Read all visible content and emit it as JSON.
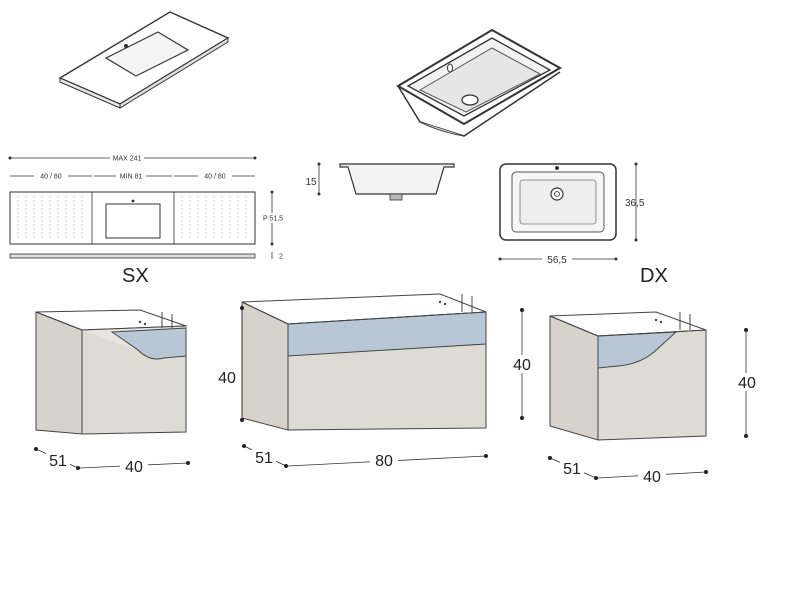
{
  "top_view": {
    "max_label": "MAX 241",
    "left_span_label": "40 / 80",
    "min_label": "MIN 81",
    "right_span_label": "40 / 80",
    "depth_label": "P 51,5",
    "thickness_label": "2"
  },
  "sink": {
    "height_label": "15",
    "width_label": "56,5",
    "depth_label": "36,5"
  },
  "side_labels": {
    "left": "SX",
    "right": "DX"
  },
  "cabinet_left": {
    "height_label": "",
    "depth_label": "51",
    "width_label": "40"
  },
  "cabinet_center": {
    "height_label": "40",
    "depth_label": "51",
    "width_label": "80"
  },
  "cabinet_right": {
    "height_label": "40",
    "height_label_right": "40",
    "depth_label": "51",
    "width_label": "40"
  },
  "colors": {
    "cabinet_body": "#dcd8d2",
    "cabinet_front": "#d4cfc8",
    "drawer_blue": "#b7c7d6",
    "outline": "#444444"
  }
}
